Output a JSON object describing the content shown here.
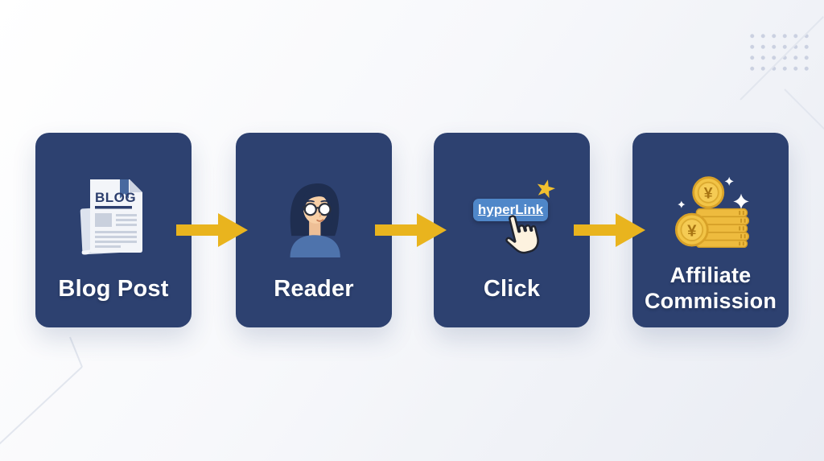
{
  "flow": {
    "steps": [
      {
        "label": "Blog Post",
        "icon": "blog-document-icon",
        "doc_title": "BLOG"
      },
      {
        "label": "Reader",
        "icon": "reader-avatar-icon"
      },
      {
        "label": "Click",
        "icon": "hyperlink-click-icon",
        "link_text": "hyperLink"
      },
      {
        "label": "Affiliate Commission",
        "icon": "coins-commission-icon",
        "currency": "¥"
      }
    ],
    "colors": {
      "card_background": "#2d4170",
      "arrow_gold": "#e9b41e",
      "label_text": "#ffffff",
      "link_button_blue": "#4f87c9",
      "coin_gold": "#f2c446",
      "page_background_start": "#ffffff",
      "page_background_end": "#e9ecf3"
    }
  }
}
